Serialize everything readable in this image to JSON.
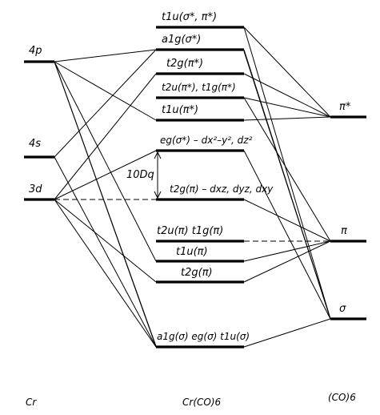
{
  "left_levels": {
    "p4": "4p",
    "s4": "4s",
    "d3": "3d"
  },
  "complex_levels": {
    "t1u_top": "t1u(σ*, π*)",
    "a1g_star": "a1g(σ*)",
    "t2g_star": "t2g(π*)",
    "t2u_t1g_star": "t2u(π*), t1g(π*)",
    "t1u_star": "t1u(π*)",
    "eg_star": "eg(σ*) – dx²–y², dz²",
    "t2g_pi_d": "t2g(π) – dxz, dyz, dxy",
    "t2u_t1g_pi": "t2u(π)  t1g(π)",
    "t1u_pi": "t1u(π)",
    "t2g_pi": "t2g(π)",
    "sigma_bottom": "a1g(σ) eg(σ) t1u(σ)"
  },
  "gap_label": "10Dq",
  "right_levels": {
    "pi_star": "π*",
    "pi": "π",
    "sigma": "σ"
  },
  "bottom_labels": {
    "left": "Cr",
    "center": "Cr(CO)6",
    "right": "(CO)6"
  }
}
